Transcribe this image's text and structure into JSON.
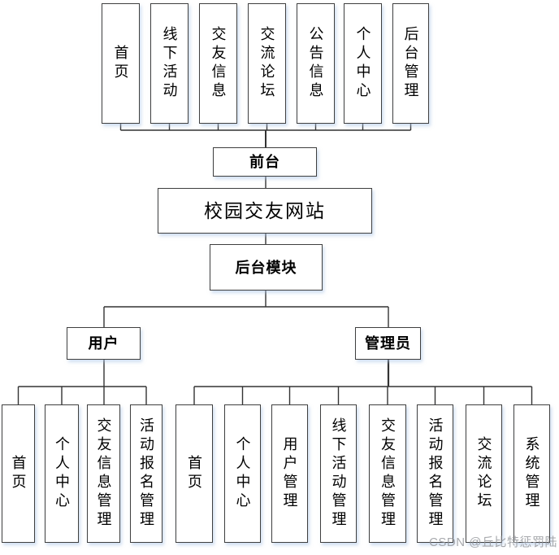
{
  "diagram": {
    "title": "校园交友网站",
    "front_label": "前台",
    "backend_label": "后台模块",
    "front_modules": [
      "首页",
      "线下活动",
      "交友信息",
      "交流论坛",
      "公告信息",
      "个人中心",
      "后台管理"
    ],
    "roles": {
      "user": "用户",
      "admin": "管理员"
    },
    "user_modules": [
      "首页",
      "个人中心",
      "交友信息管理",
      "活动报名管理"
    ],
    "admin_modules": [
      "首页",
      "个人中心",
      "用户管理",
      "线下活动管理",
      "交友信息管理",
      "活动报名管理",
      "交流论坛",
      "系统管理"
    ]
  },
  "watermark": "CSDN @丘比特惩罚陆",
  "colors": {
    "line": "#333333",
    "box_border": "#3f3f3f",
    "box_shadow": "#a8c2e6",
    "background": "#ffffff",
    "watermark_gray": "#94969b"
  }
}
